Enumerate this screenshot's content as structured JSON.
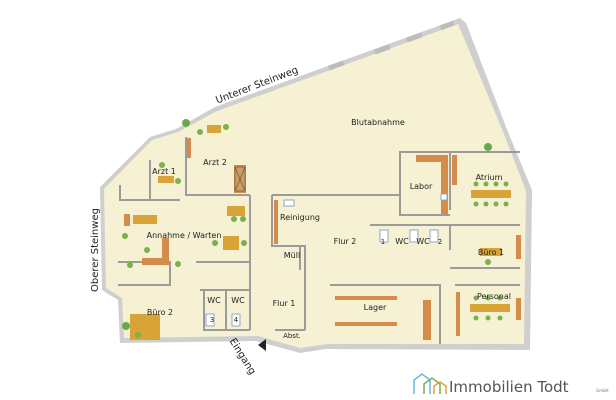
{
  "plan": {
    "streets": {
      "top": "Unterer Steinweg",
      "left": "Oberer Steinweg"
    },
    "entrance_label": "Eingang",
    "rooms": {
      "blutabnahme": "Blutabnahme",
      "arzt1": "Arzt 1",
      "arzt2": "Arzt 2",
      "annahme": "Annahme / Warten",
      "reinigung": "Reinigung",
      "labor": "Labor",
      "atrium": "Atrium",
      "flur2": "Flur 2",
      "muell": "Müll",
      "flur1": "Flur 1",
      "lager": "Lager",
      "buero1": "Büro 1",
      "buero2": "Büro 2",
      "personal": "Personal",
      "abst": "Abst."
    },
    "wc_left": [
      "WC",
      "WC"
    ],
    "wc_left_numbers": [
      "3",
      "4"
    ],
    "wc_right": [
      "WC",
      "WC"
    ],
    "wc_right_numbers": [
      "1",
      "2"
    ]
  },
  "logo": {
    "name": "Immobilien Todt",
    "suffix": "GmbH"
  },
  "colors": {
    "floor": "#f6f1d2",
    "wall": "#9b9b9b",
    "counter": "#d58b4a",
    "green": "#7cb04a",
    "table": "#d9a437"
  }
}
